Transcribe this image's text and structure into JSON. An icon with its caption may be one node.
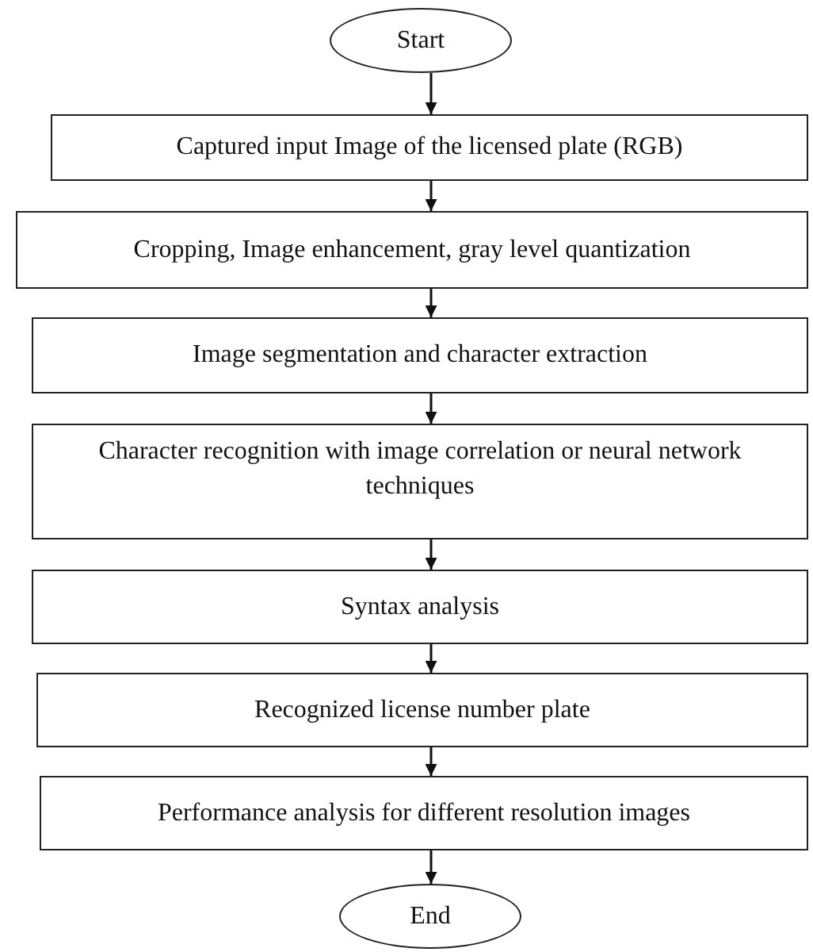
{
  "diagram": {
    "nodes": [
      {
        "text": [
          "Start"
        ]
      },
      {
        "text": [
          "Captured input Image of the licensed plate (RGB)"
        ]
      },
      {
        "text": [
          "Cropping, Image enhancement, gray level quantization"
        ]
      },
      {
        "text": [
          "Image segmentation and character extraction"
        ]
      },
      {
        "text": [
          "Character recognition with image correlation or neural network techniques"
        ]
      },
      {
        "text": [
          "Syntax analysis"
        ]
      },
      {
        "text": [
          "Recognized license number plate"
        ]
      },
      {
        "text": [
          "Performance analysis for different resolution images"
        ]
      },
      {
        "text": [
          "End"
        ]
      }
    ],
    "edges": [
      {
        "from": 0,
        "to": 1,
        "arrow": "to"
      },
      {
        "from": 1,
        "to": 2,
        "arrow": "to"
      },
      {
        "from": 2,
        "to": 3,
        "arrow": "to"
      },
      {
        "from": 3,
        "to": 4,
        "arrow": "to"
      },
      {
        "from": 4,
        "to": 5,
        "arrow": "to"
      },
      {
        "from": 5,
        "to": 6,
        "arrow": "to"
      },
      {
        "from": 6,
        "to": 7,
        "arrow": "to"
      },
      {
        "from": 7,
        "to": 8,
        "arrow": "to"
      }
    ]
  }
}
